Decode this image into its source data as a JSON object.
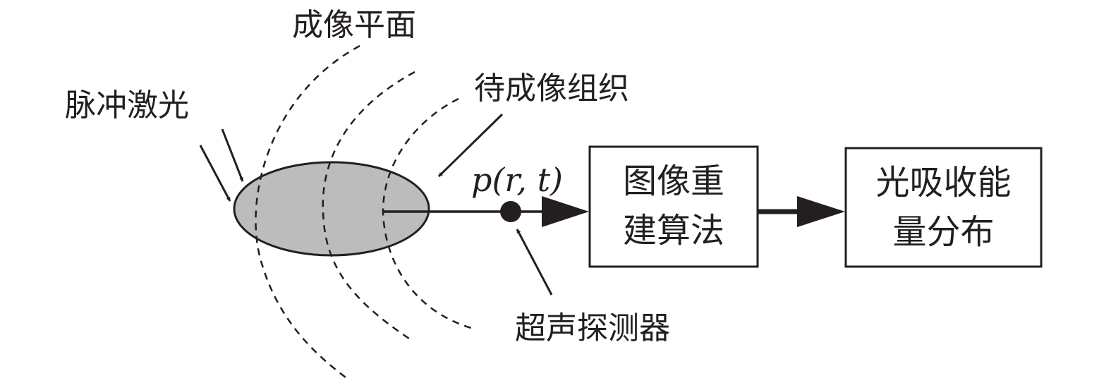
{
  "labels": {
    "imaging_plane": "成像平面",
    "pulsed_laser": "脉冲激光",
    "tissue": "待成像组织",
    "pressure": "p(r, t)",
    "detector": "超声探测器"
  },
  "boxes": {
    "reconstruction": [
      "图像重",
      "建算法"
    ],
    "energy": [
      "光吸收能",
      "量分布"
    ]
  },
  "colors": {
    "line": "#231f20",
    "tissue_fill": "#bcbcbc",
    "background": "#ffffff"
  }
}
